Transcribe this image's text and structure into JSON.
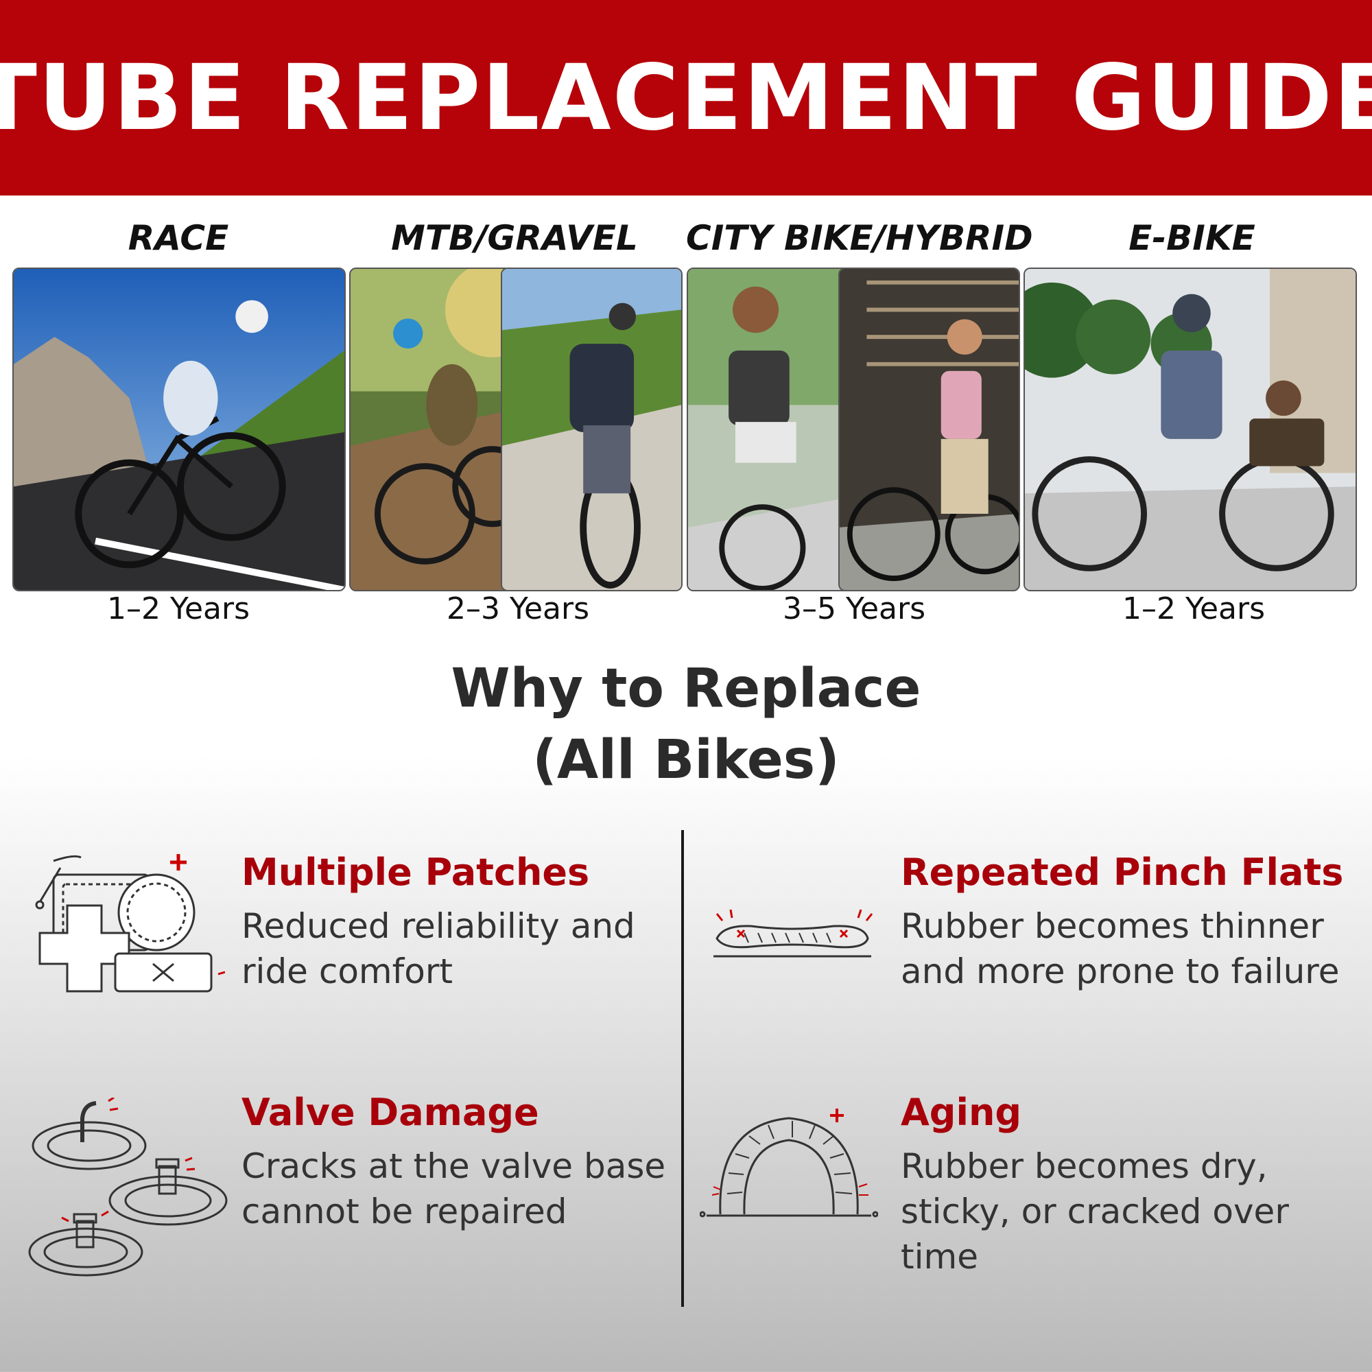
{
  "title": "TUBE REPLACEMENT GUIDE",
  "categories": [
    {
      "label": "RACE",
      "years": "1–2 Years"
    },
    {
      "label": "MTB/GRAVEL",
      "years": "2–3 Years"
    },
    {
      "label": "CITY BIKE/HYBRID",
      "years": "3–5 Years"
    },
    {
      "label": "E-BIKE",
      "years": "1–2 Years"
    }
  ],
  "why": {
    "line1": "Why to Replace",
    "line2": "(All Bikes)"
  },
  "reasons": [
    {
      "title": "Multiple Patches",
      "text": "Reduced reliability and ride comfort",
      "icon": "patches-icon"
    },
    {
      "title": "Repeated Pinch Flats",
      "text": "Rubber becomes thinner and more prone to failure",
      "icon": "pinched-tube-icon"
    },
    {
      "title": "Valve Damage",
      "text": "Cracks at the valve base cannot be repaired",
      "icon": "damaged-valve-icon"
    },
    {
      "title": "Aging",
      "text": "Rubber becomes dry, sticky, or cracked over time",
      "icon": "aged-tire-icon"
    }
  ],
  "colors": {
    "banner": "#b50309",
    "accent": "#a8000a",
    "text": "#2b2b2b"
  }
}
